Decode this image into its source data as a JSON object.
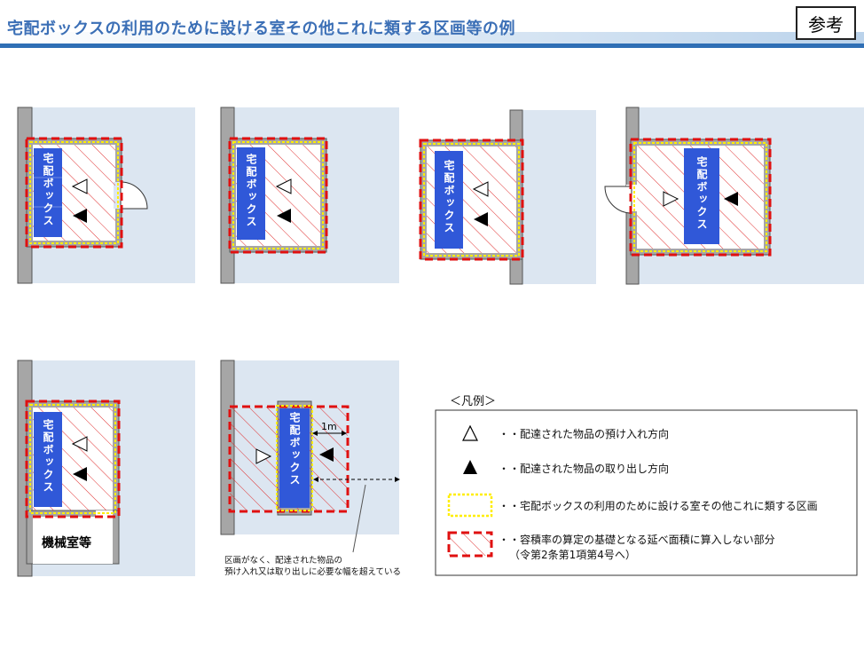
{
  "header": {
    "title": "宅配ボックスの利用のために設ける室その他これに類する区画等の例",
    "ref_label": "参考"
  },
  "diagram": {
    "box_label": "宅配ボックス",
    "machine_room_label": "機械室等",
    "dimension_label": "1m",
    "note_line1": "区画がなく、配達された物品の",
    "note_line2": "預け入れ又は取り出しに必要な幅を超えている"
  },
  "legend": {
    "title": "＜凡例＞",
    "items": [
      {
        "symbol": "hollow-triangle",
        "text": "・・配達された物品の預け入れ方向"
      },
      {
        "symbol": "filled-triangle",
        "text": "・・配達された物品の取り出し方向"
      },
      {
        "symbol": "yellow-dotted-rect",
        "text": "・・宅配ボックスの利用のために設ける室その他これに類する区画"
      },
      {
        "symbol": "red-dashed-hatched-rect",
        "text": "・・容積率の算定の基礎となる延べ面積に算入しない部分",
        "subtext": "（令第2条第1項第4号へ）"
      }
    ]
  },
  "colors": {
    "title": "#3b6fb6",
    "floor": "#dce6f1",
    "wall_fill": "#a6a6a6",
    "box_blue": "#3058d8",
    "red_dashed": "#e01010",
    "hatch": "#e03030",
    "yellow_dotted": "#ffee00"
  }
}
